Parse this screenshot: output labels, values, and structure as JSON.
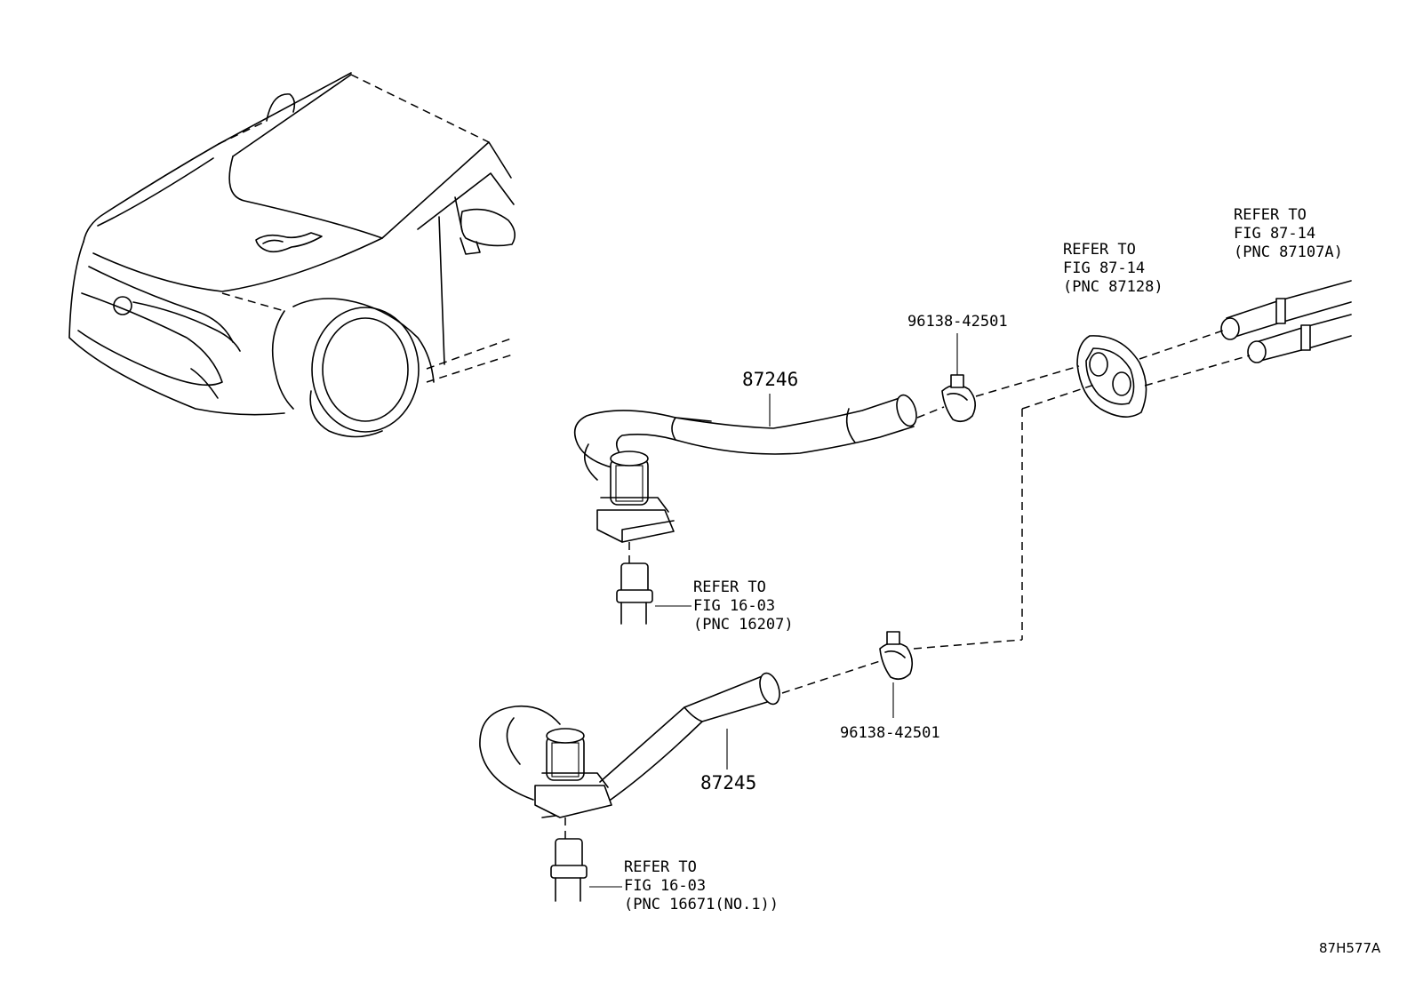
{
  "parts": {
    "upper_hose": "87246",
    "lower_hose": "87245",
    "clamp_upper": "96138-42501",
    "clamp_lower": "96138-42501"
  },
  "refs": {
    "grommet": [
      "REFER TO",
      "FIG 87-14",
      "(PNC 87128)"
    ],
    "heater_pipes": [
      "REFER TO",
      "FIG 87-14",
      "(PNC 87107A)"
    ],
    "upper_pipe": [
      "REFER TO",
      "FIG 16-03",
      "(PNC 16207)"
    ],
    "lower_pipe": [
      "REFER TO",
      "FIG 16-03",
      "(PNC 16671(NO.1))"
    ]
  },
  "figure_code": "87H577A"
}
